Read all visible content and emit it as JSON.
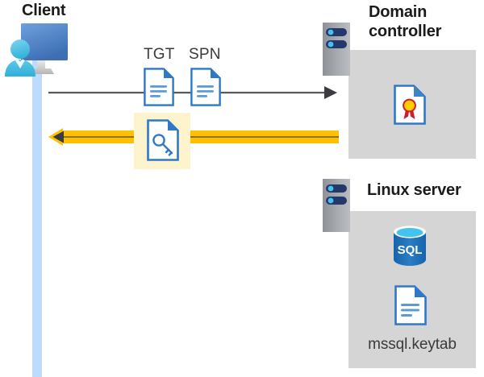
{
  "diagram": {
    "title_client": "Client",
    "title_domain_controller": "Domain\ncontroller",
    "title_linux_server": "Linux server",
    "labels": {
      "tgt": "TGT",
      "spn": "SPN",
      "keytab_file": "mssql.keytab"
    },
    "colors": {
      "lifeline_blue": "#bfdbfc",
      "box_gray": "#d5d5d5",
      "highlight_yellow": "#fdf3cd",
      "arrow_gold": "#ffc000",
      "arrow_gray": "#595959",
      "doc_blue": "#2e78c8",
      "sql_blue": "#1e6eb8",
      "rack_gray": "#9a9da1",
      "rack_navy": "#24386b",
      "seal_gold": "#ffcc00",
      "ribbon_red": "#c8202d",
      "title_text": "#1b1b1b",
      "label_text": "#3a3a3a"
    },
    "icons": {
      "client": "user-workstation-icon",
      "dc_rack": "server-rack-icon",
      "linux_rack": "server-rack-icon",
      "tgt": "document-icon",
      "spn": "document-icon",
      "key": "key-document-icon",
      "certificate": "certificate-document-icon",
      "sql": "sql-database-icon",
      "keytab": "document-icon"
    },
    "flows": [
      {
        "name": "request-arrow",
        "direction": "right",
        "style": "thin-gray",
        "from": "client",
        "to": "domain-controller"
      },
      {
        "name": "response-arrow",
        "direction": "left",
        "style": "thick-gold",
        "from": "domain-controller",
        "to": "client"
      }
    ]
  }
}
